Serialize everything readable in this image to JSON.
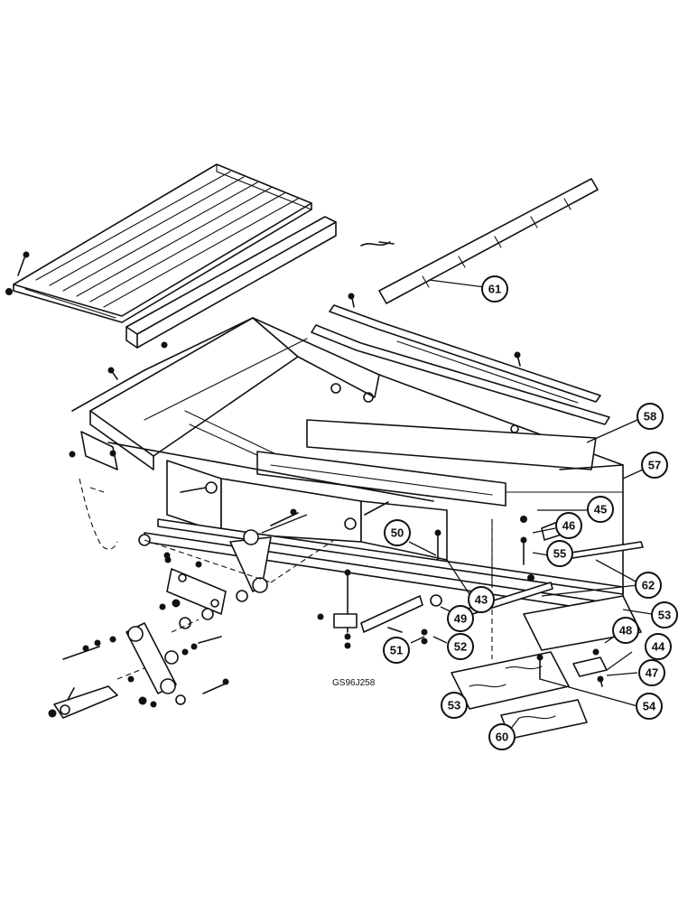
{
  "figure_code": "GS96J258",
  "callouts": {
    "c43": "43",
    "c44": "44",
    "c45": "45",
    "c46": "46",
    "c47": "47",
    "c48": "48",
    "c49": "49",
    "c50": "50",
    "c51": "51",
    "c52": "52",
    "c53a": "53",
    "c53b": "53",
    "c54": "54",
    "c55": "55",
    "c57": "57",
    "c58": "58",
    "c60": "60",
    "c61": "61",
    "c62": "62"
  }
}
